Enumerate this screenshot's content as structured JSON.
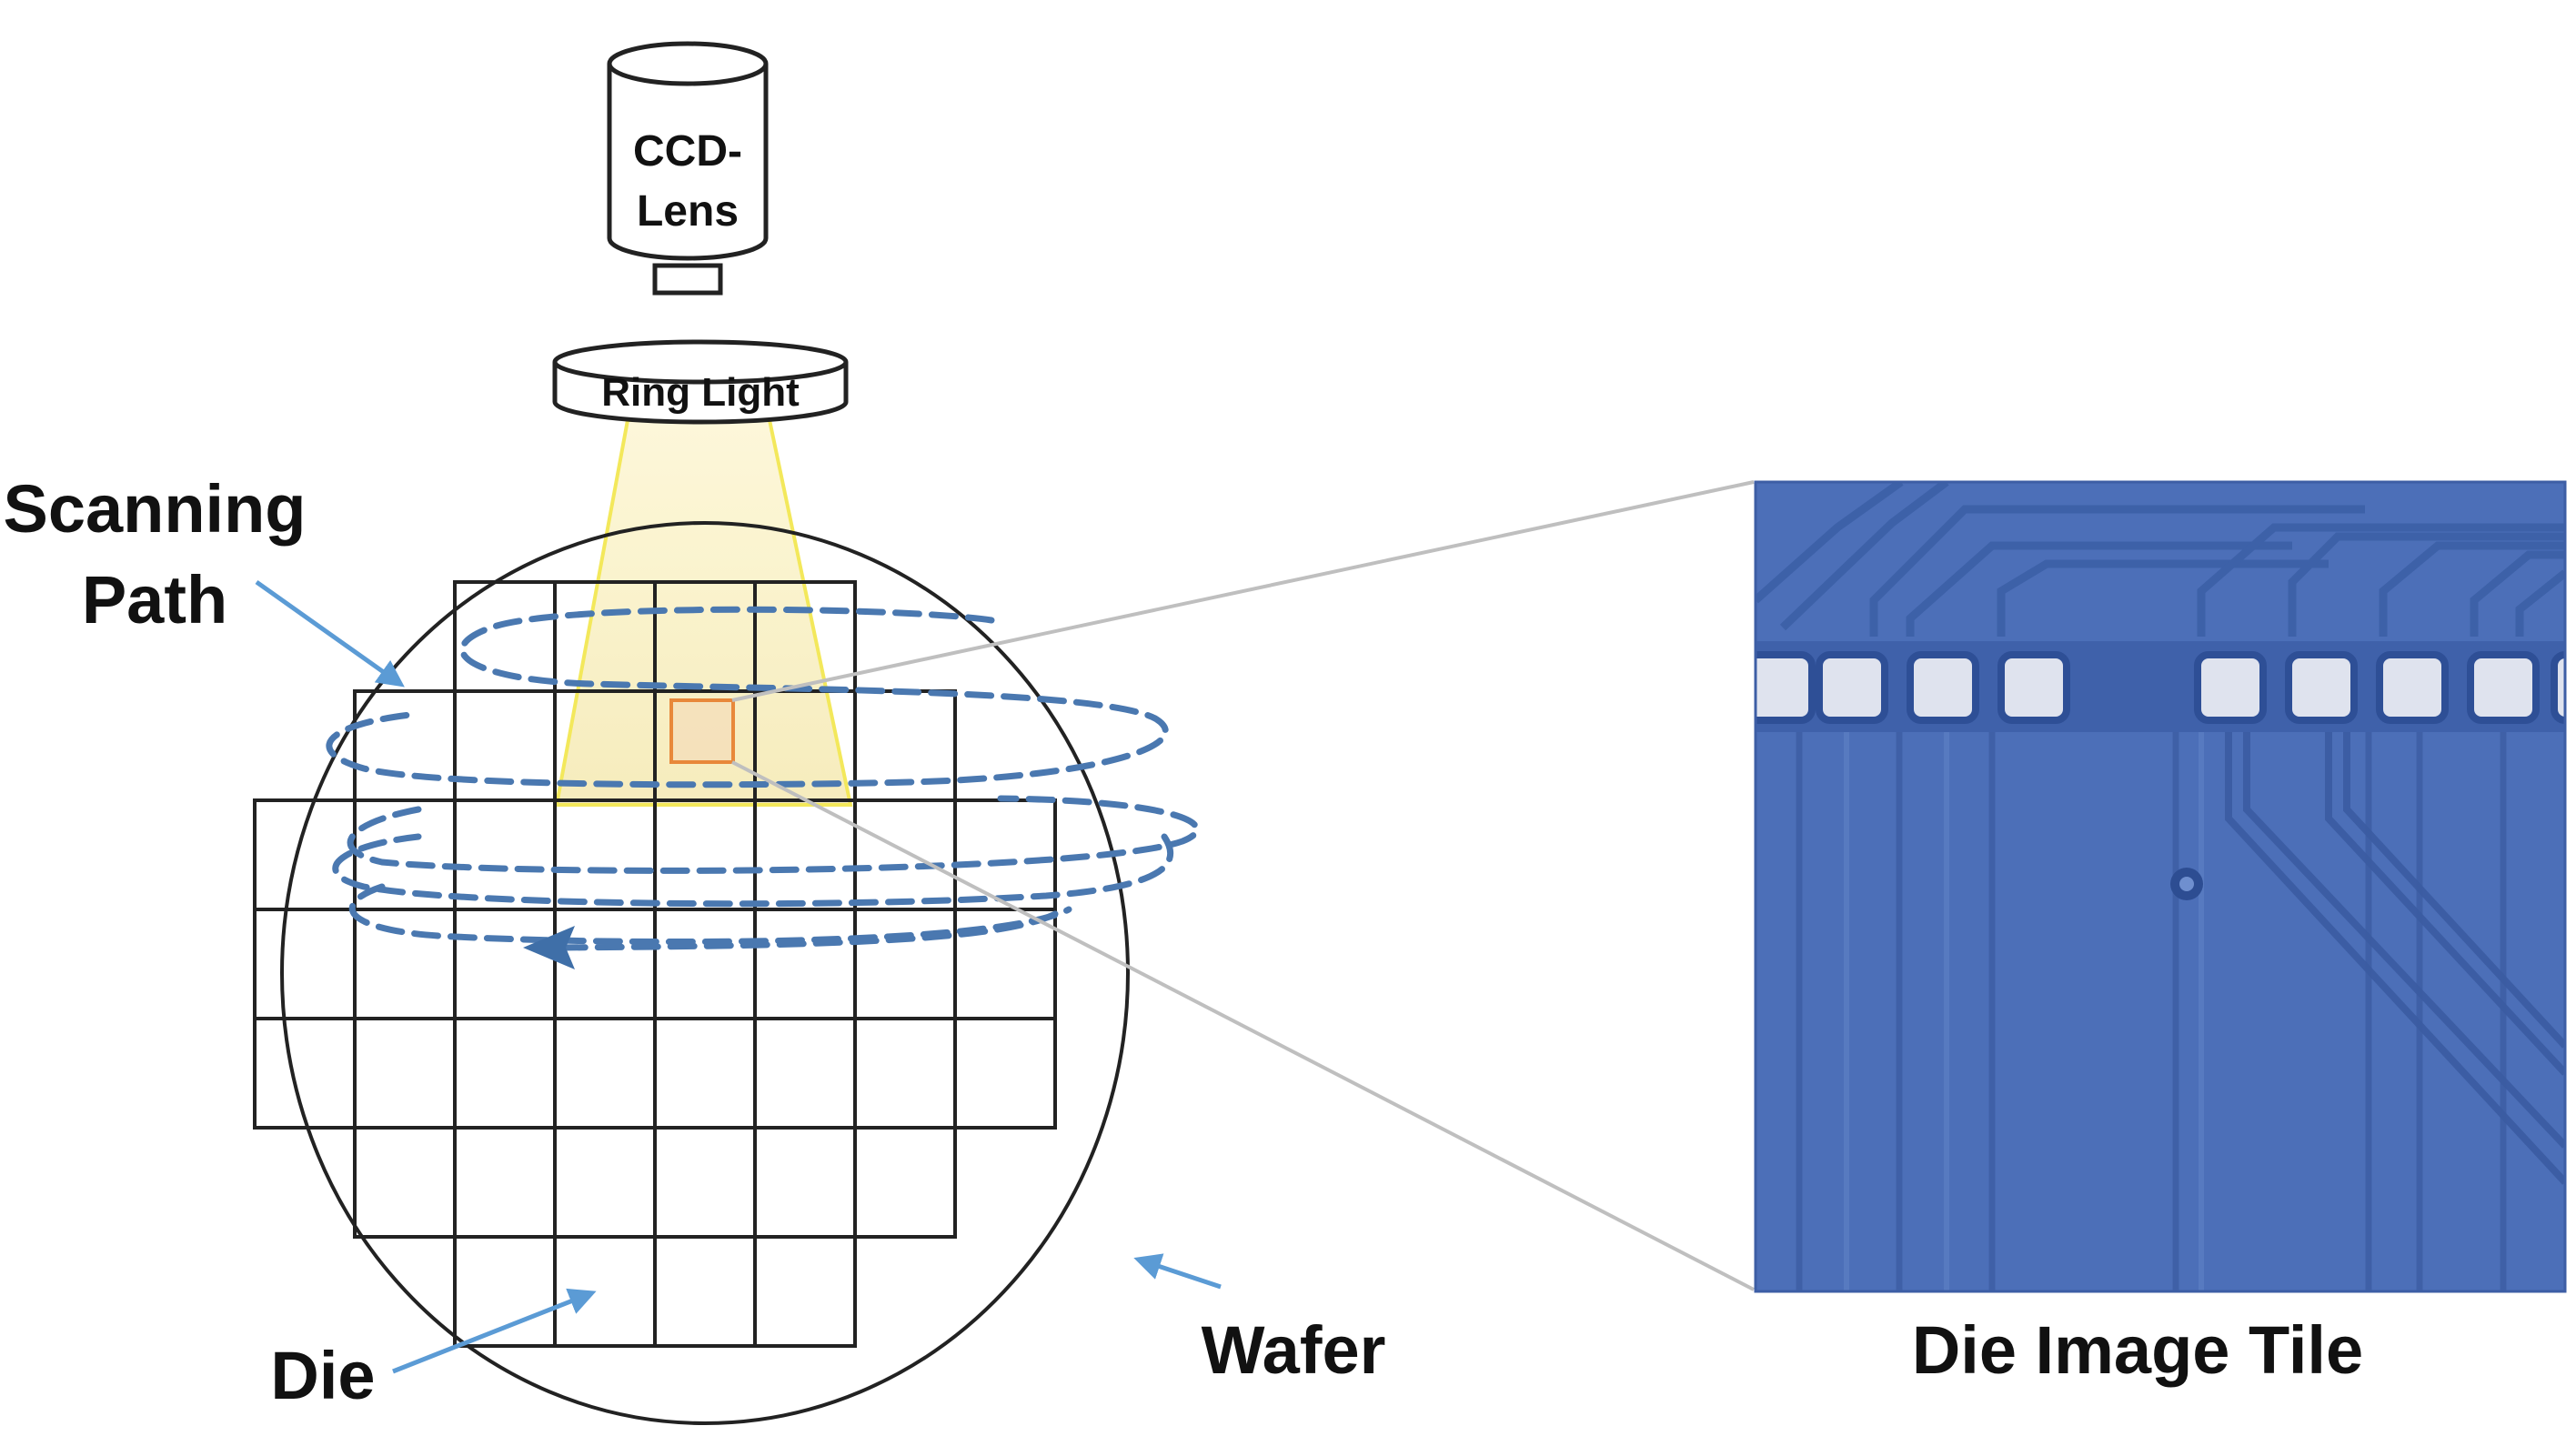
{
  "labels": {
    "lens_line1": "CCD-",
    "lens_line2": "Lens",
    "ring_light": "Ring Light",
    "scanning_line1": "Scanning",
    "scanning_line2": "Path",
    "die": "Die",
    "wafer": "Wafer",
    "tile_caption": "Die Image Tile"
  },
  "colors": {
    "scan_path": "#4a78b0",
    "arrow": "#5b9bd5",
    "light_cone_fill": "#fbf3c8",
    "light_cone_stroke": "#f2e64a",
    "highlight_die": "#e8883a",
    "tile_background": "#4c6fb8",
    "tile_pad": "#dfe3ee",
    "outline": "#222222"
  },
  "icons": {
    "camera": "ccd-lens-camera-icon",
    "light": "ring-light-icon"
  }
}
